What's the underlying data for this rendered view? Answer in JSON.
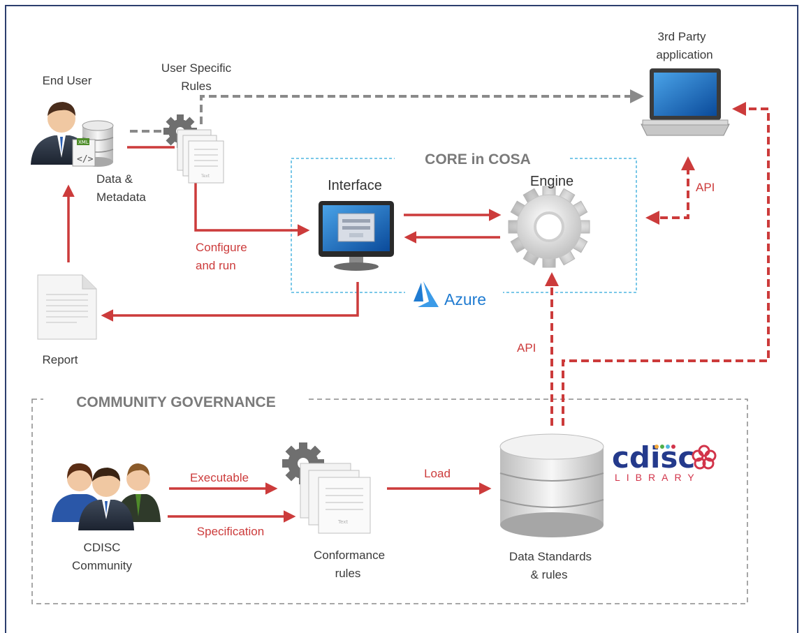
{
  "colors": {
    "arrow_red": "#cc3b3b",
    "arrow_gray": "#8a8a8a",
    "azure_border": "#4fb6e0",
    "azure_blue": "#1f7bd1",
    "cdisc_blue": "#243a8c",
    "cdisc_red": "#d2344a"
  },
  "nodes": {
    "end_user": "End User",
    "user_rules_line1": "User Specific",
    "user_rules_line2": "Rules",
    "data_line1": "Data &",
    "data_line2": "Metadata",
    "third_party_line1": "3rd Party",
    "third_party_line2": "application",
    "report": "Report",
    "interface": "Interface",
    "engine": "Engine",
    "cdisc_line1": "CDISC",
    "cdisc_line2": "Community",
    "conformance_line1": "Conformance",
    "conformance_line2": "rules",
    "standards_line1": "Data Standards",
    "standards_line2": "& rules"
  },
  "sections": {
    "core": "CORE in COSA",
    "azure": "Azure",
    "governance": "COMMUNITY GOVERNANCE"
  },
  "edges": {
    "configure_line1": "Configure",
    "configure_line2": "and run",
    "api_engine_third_party": "API",
    "api_library_engine": "API",
    "executable": "Executable",
    "specification": "Specification",
    "load": "Load"
  },
  "logo": {
    "cdisc": "cdisc",
    "library": "LIBRARY"
  },
  "icons": [
    "user-icon",
    "database-icon",
    "gear-icon",
    "document-icon",
    "laptop-icon",
    "monitor-icon",
    "engine-gear-icon",
    "report-icon",
    "azure-icon",
    "community-icon",
    "database-cylinder-icon",
    "cdisc-flower-icon"
  ]
}
